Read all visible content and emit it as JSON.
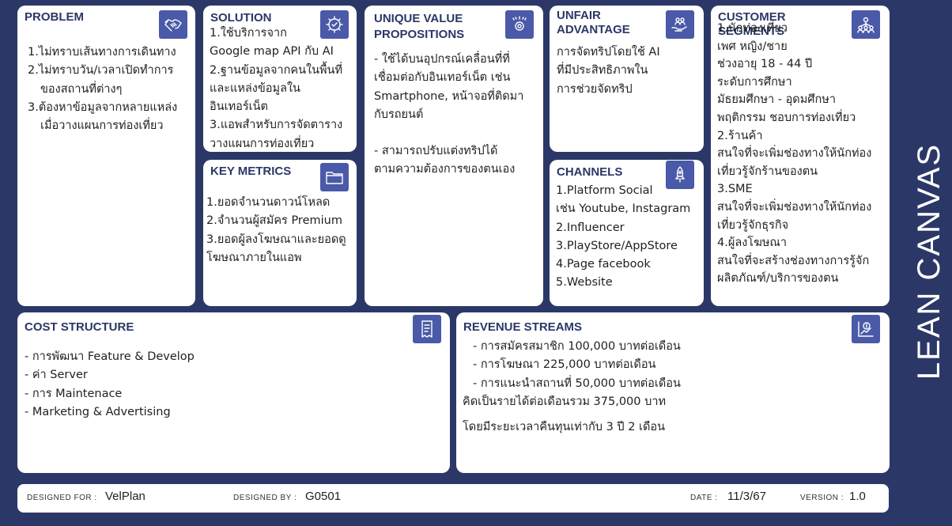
{
  "title": "LEAN CANVAS",
  "problem": {
    "title": "PROBLEM",
    "lines": [
      "1.ไม่ทราบเส้นทางการเดินทาง",
      "2.ไม่ทราบวัน/เวลาเปิดทำการ",
      "ของสถานที่ต่างๆ",
      "3.ต้องหาข้อมูลจากหลายแหล่ง",
      "เมื่อวางแผนการท่องเที่ยว"
    ]
  },
  "solution": {
    "title": "SOLUTION",
    "lines": [
      "1.ใช้บริการจาก",
      "Google map API กับ AI",
      "2.ฐานข้อมูลจากคนในพื้นที่",
      "และแหล่งข้อมูลใน",
      "อินเทอร์เน็ต",
      "3.แอพสำหรับการจัดตาราง",
      "วางแผนการท่องเที่ยว"
    ]
  },
  "key_metrics": {
    "title": "KEY METRICS",
    "lines": [
      "1.ยอดจำนวนดาวน์โหลด",
      "2.จำนวนผู้สมัคร Premium",
      "3.ยอดผู้ลงโฆษณาและยอดดู",
      "โฆษณาภายในแอพ"
    ]
  },
  "uvp": {
    "title_line1": "UNIQUE VALUE",
    "title_line2": "PROPOSITIONS",
    "lines": [
      "- ใช้ได้บนอุปกรณ์เคลื่อนที่ที่",
      "เชื่อมต่อกับอินเทอร์เน็ต เช่น",
      "Smartphone, หน้าจอที่ติดมา",
      "กับรถยนต์",
      "",
      "- สามารถปรับแต่งทริปได้",
      "ตามความต้องการของตนเอง"
    ]
  },
  "unfair_advantage": {
    "title_line1": "UNFAIR",
    "title_line2": "ADVANTAGE",
    "lines": [
      "การจัดทริปโดยใช้ AI",
      "ที่มีประสิทธิภาพใน",
      "การช่วยจัดทริป"
    ]
  },
  "channels": {
    "title": "CHANNELS",
    "lines": [
      "1.Platform Social",
      "เช่น Youtube, Instagram",
      "2.Influencer",
      "3.PlayStore/AppStore",
      "4.Page facebook",
      "5.Website"
    ]
  },
  "customer_segments": {
    "title_line1": "CUSTOMER",
    "title_line2": "SEGMENTS",
    "lines": [
      "1.นักท่องเที่ยว",
      "เพศ หญิง/ชาย",
      "ช่วงอายุ 18 - 44 ปี",
      "ระดับการศึกษา",
      "มัธยมศึกษา - อุดมศึกษา",
      "พฤติกรรม ชอบการท่องเที่ยว",
      "2.ร้านค้า",
      "สนใจที่จะเพิ่มช่องทางให้นักท่อง",
      "เที่ยวรู้จักร้านของตน",
      "3.SME",
      "สนใจที่จะเพิ่มช่องทางให้นักท่อง",
      "เที่ยวรู้จักธุรกิจ",
      "4.ผู้ลงโฆษณา",
      "สนใจที่จะสร้างช่องทางการรู้จัก",
      "ผลิตภัณฑ์/บริการของตน"
    ]
  },
  "cost_structure": {
    "title": "COST STRUCTURE",
    "lines": [
      "- การพัฒนา Feature & Develop",
      "- ค่า Server",
      "- การ Maintenace",
      "- Marketing & Advertising"
    ]
  },
  "revenue_streams": {
    "title": "REVENUE STREAMS",
    "lines": [
      "- การสมัครสมาชิก 100,000 บาทต่อเดือน",
      "- การโฆษณา 225,000 บาทต่อเดือน",
      "- การแนะนำสถานที่ 50,000 บาทต่อเดือน",
      "คิดเป็นรายได้ต่อเดือนรวม 375,000 บาท"
    ],
    "payback": "โดยมีระยะเวลาคืนทุนเท่ากับ 3 ปี 2 เดือน"
  },
  "footer": {
    "designed_for_label": "DESIGNED FOR :",
    "designed_for": "VelPlan",
    "designed_by_label": "DESIGNED BY :",
    "designed_by": "G0501",
    "date_label": "DATE :",
    "date": "11/3/67",
    "version_label": "VERSION :",
    "version": "1.0"
  },
  "icons": {
    "problem": "handshake-icon",
    "solution": "gear-check-icon",
    "uvp": "value-gear-icon",
    "unfair_advantage": "hand-people-icon",
    "customer_segments": "people-network-icon",
    "key_metrics": "folder-icon",
    "channels": "rocket-icon",
    "cost_structure": "receipt-icon",
    "revenue_streams": "money-chart-icon"
  },
  "colors": {
    "background": "#2b3867",
    "accent": "#4a5aa8",
    "title_text": "#2b3867"
  }
}
